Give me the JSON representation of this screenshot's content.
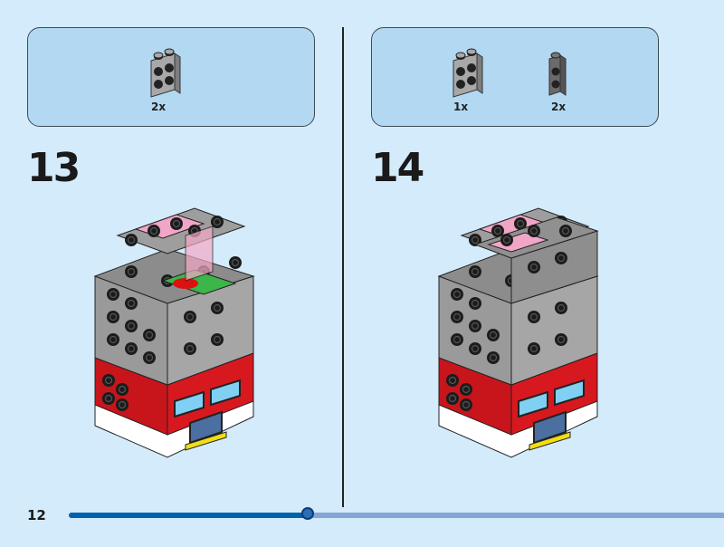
{
  "steps": [
    {
      "number": "13",
      "parts": [
        {
          "name": "light-gray-brick-1x2-studs-side",
          "qty": "2x"
        }
      ]
    },
    {
      "number": "14",
      "parts": [
        {
          "name": "light-gray-brick-1x2-studs-side",
          "qty": "1x"
        },
        {
          "name": "dark-gray-brick-1x1-studs-side",
          "qty": "2x"
        }
      ]
    }
  ],
  "footer": {
    "page_number": "12",
    "progress": 0.365
  },
  "colors": {
    "background": "#d4ebfb",
    "parts_box": "#b3d8f2",
    "progress_fill": "#0061ad",
    "progress_track": "#84a6d6"
  }
}
